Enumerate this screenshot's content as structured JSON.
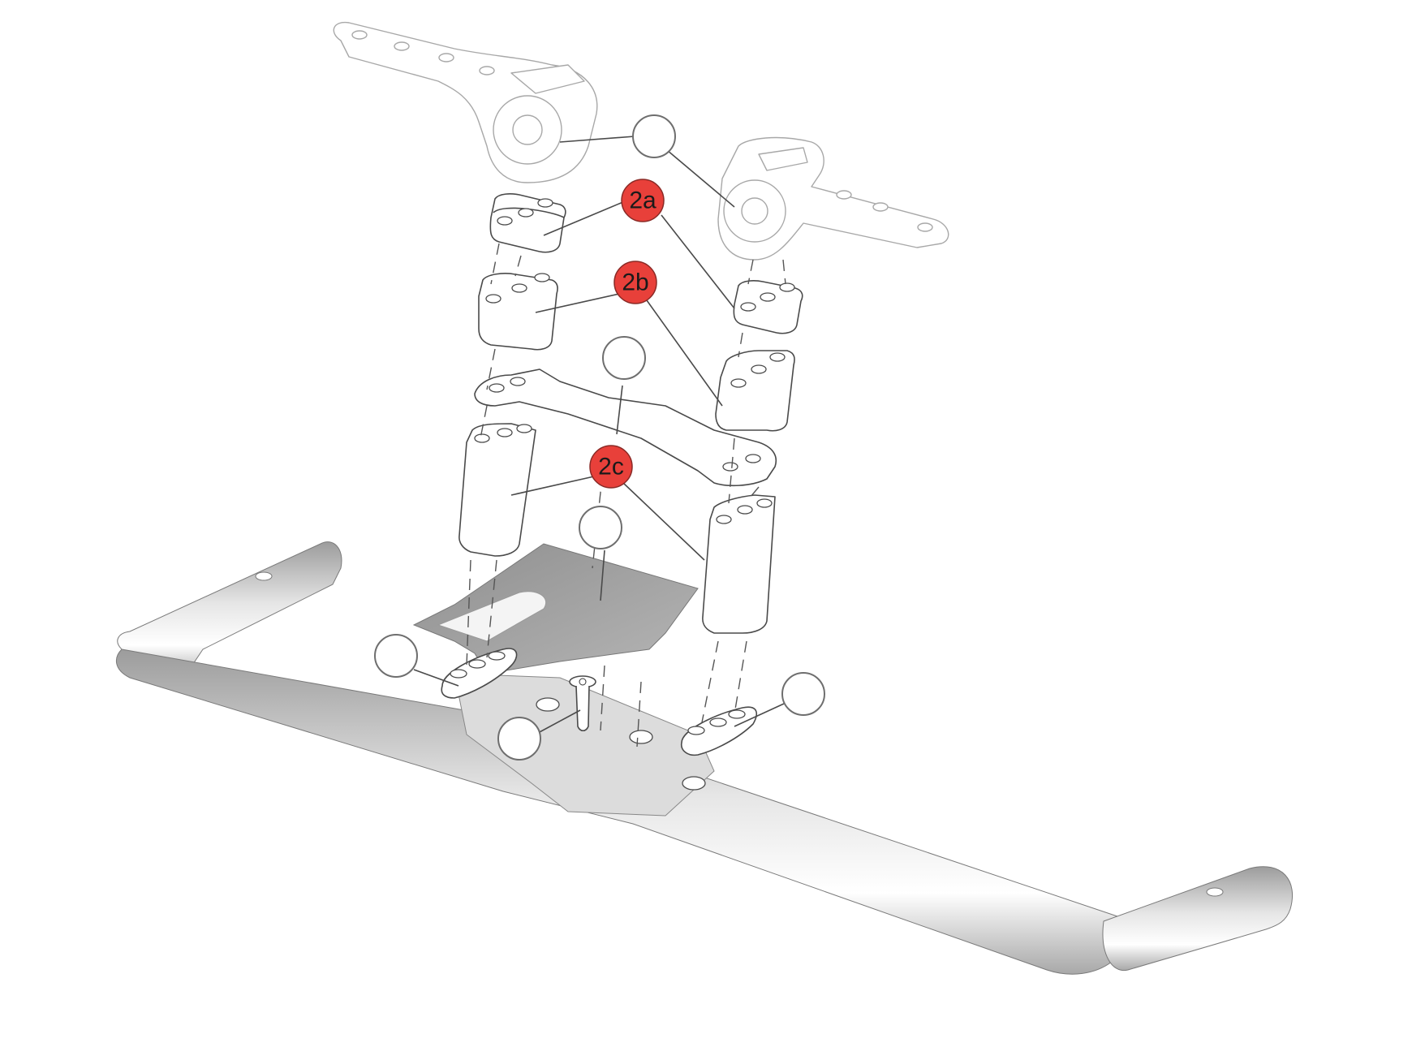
{
  "diagram": {
    "type": "exploded-assembly",
    "subject": "handlebar with stacked spacers and arm-rest brackets",
    "colors": {
      "callout_fill": "#e8403a",
      "callout_stroke": "#8a2a26",
      "callout_text": "#1a1a1a",
      "empty_callout_stroke": "#6e6e6e",
      "line": "#4a4a4a",
      "background": "#ffffff",
      "bar_shade": "#c8c8c8"
    },
    "callouts": [
      {
        "id": "bracket",
        "label": "",
        "filled": false
      },
      {
        "id": "2a",
        "label": "2a",
        "filled": true
      },
      {
        "id": "2b",
        "label": "2b",
        "filled": true
      },
      {
        "id": "bridge",
        "label": "",
        "filled": false
      },
      {
        "id": "2c",
        "label": "2c",
        "filled": true
      },
      {
        "id": "base-plate",
        "label": "",
        "filled": false
      },
      {
        "id": "left-clamp",
        "label": "",
        "filled": false
      },
      {
        "id": "center-bolt",
        "label": "",
        "filled": false
      },
      {
        "id": "right-clamp",
        "label": "",
        "filled": false
      }
    ]
  }
}
